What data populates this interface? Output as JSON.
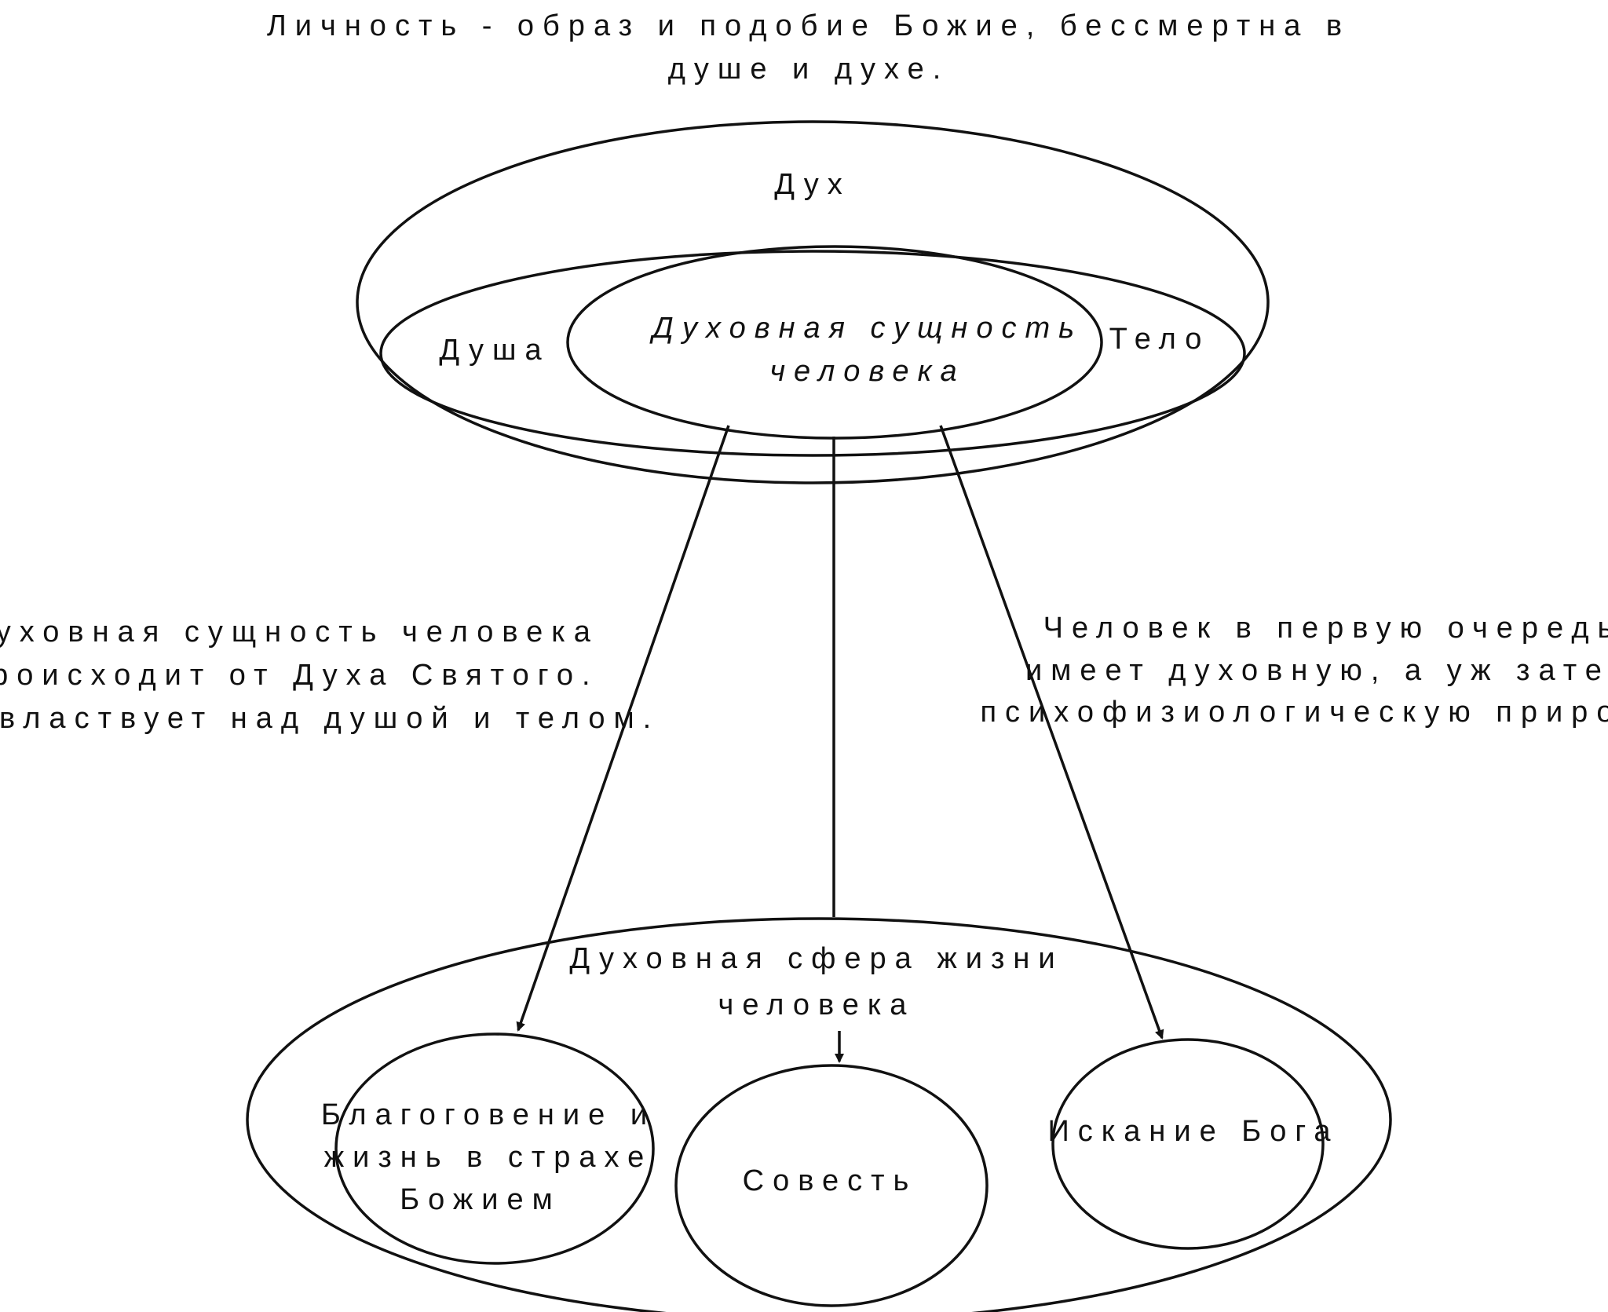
{
  "title": {
    "line1": "Личность - образ и подобие Божие, бессмертна в",
    "line2": "душе и духе."
  },
  "nodes": {
    "spirit": "Дух",
    "soul": "Душа",
    "body": "Тело",
    "essence": {
      "line1": "Духовная сущность",
      "line2": "человека"
    },
    "sphere": {
      "line1": "Духовная сфера жизни",
      "line2": "человека"
    },
    "reverence": {
      "line1": "Благоговение и",
      "line2": "жизнь в страхе",
      "line3": "Божием"
    },
    "conscience": "Совесть",
    "seeking": "Искание Бога"
  },
  "notes": {
    "left": {
      "line1": "Духовная сущность человека",
      "line2": "происходит от Духа Святого.",
      "line3": "Дух властвует над душой и телом."
    },
    "right": {
      "line1": "Человек в первую очередь",
      "line2": "имеет духовную, а уж затем",
      "line3": "психофизиологическую природу."
    }
  }
}
